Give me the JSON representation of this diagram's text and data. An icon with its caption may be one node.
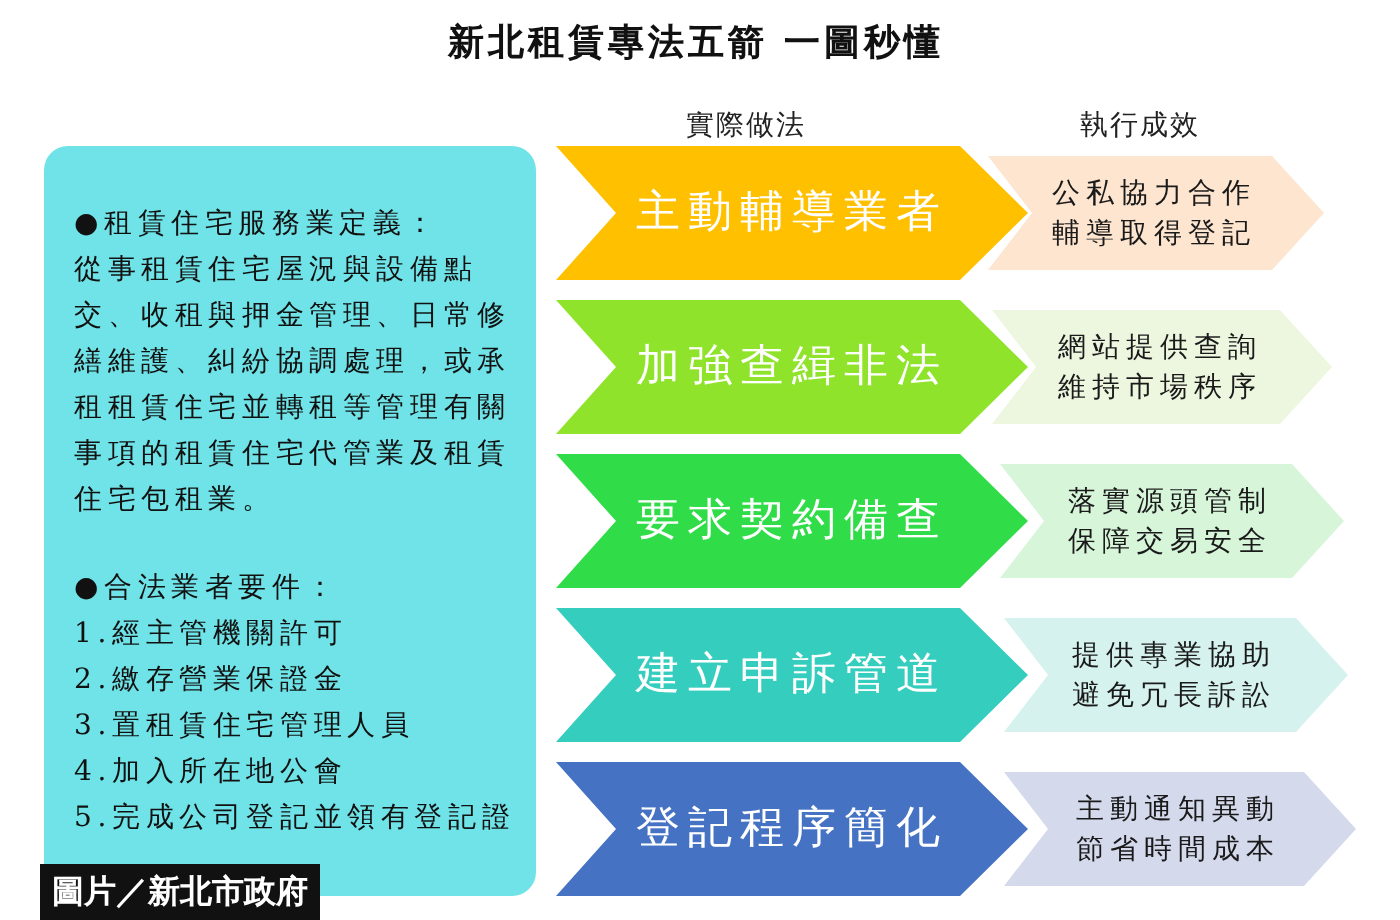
{
  "diagram": {
    "title": "新北租賃專法五箭 一圖秒懂",
    "nodes": [
      {
        "text": [
          "●租賃住宅服務業定義：",
          "從事租賃住宅屋況與設備點交、收租與押金管理、日常修繕維護、糾紛協調處理，或承租租賃住宅並轉租等管理有關事項的租賃住宅代管業及租賃住宅包租業。",
          "●合法業者要件：",
          "1.經主管機關許可",
          "2.繳存營業保證金",
          "3.置租賃住宅管理人員",
          "4.加入所在地公會",
          "5.完成公司登記並領有登記證"
        ]
      },
      {
        "text": [
          "主動輔導業者"
        ]
      },
      {
        "text": [
          "公私協力合作輔導取得登記"
        ]
      },
      {
        "text": [
          "加強查緝非法"
        ]
      },
      {
        "text": [
          "網站提供查詢維持市場秩序"
        ]
      },
      {
        "text": [
          "要求契約備查"
        ]
      },
      {
        "text": [
          "落實源頭管制保障交易安全"
        ]
      },
      {
        "text": [
          "建立申訴管道"
        ]
      },
      {
        "text": [
          "提供專業協助避免冗長訴訟"
        ]
      },
      {
        "text": [
          "登記程序簡化"
        ]
      },
      {
        "text": [
          "主動通知異動節省時間成本"
        ]
      }
    ],
    "labels": [
      "實際做法",
      "執行成效",
      "圖片／新北市政府"
    ]
  }
}
